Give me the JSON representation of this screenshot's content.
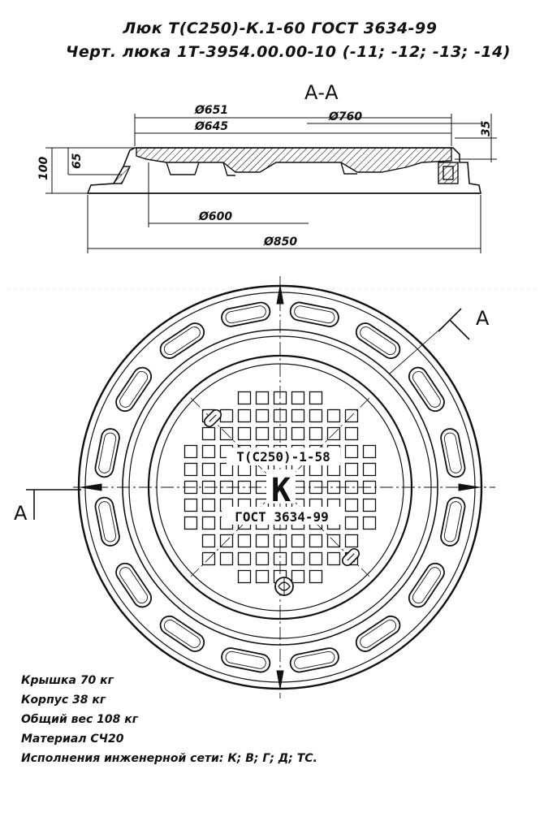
{
  "title": {
    "line1": "Люк Т(С250)-К.1-60 ГОСТ 3634-99",
    "line2": "Черт. люка 1Т-3954.00.00-10  (-11; -12; -13; -14)"
  },
  "section": {
    "label": "А-А",
    "dims": {
      "d651": "Ø651",
      "d645": "Ø645",
      "d760": "Ø760",
      "d600": "Ø600",
      "d850": "Ø850",
      "h35": "35",
      "h65": "65",
      "h100": "100"
    }
  },
  "plan": {
    "cut_label_right": "А",
    "cut_label_left": "А",
    "cover_text_top": "Т(С250)-1-58",
    "cover_letter": "К",
    "cover_text_bottom": "ГОСТ 3634-99"
  },
  "specs": [
    "Крышка 70 кг",
    "Корпус  38 кг",
    "Общий вес 108 кг",
    "Материал  СЧ20",
    "Исполнения инженерной сети: К;  В;  Г;  Д;  ТС."
  ]
}
